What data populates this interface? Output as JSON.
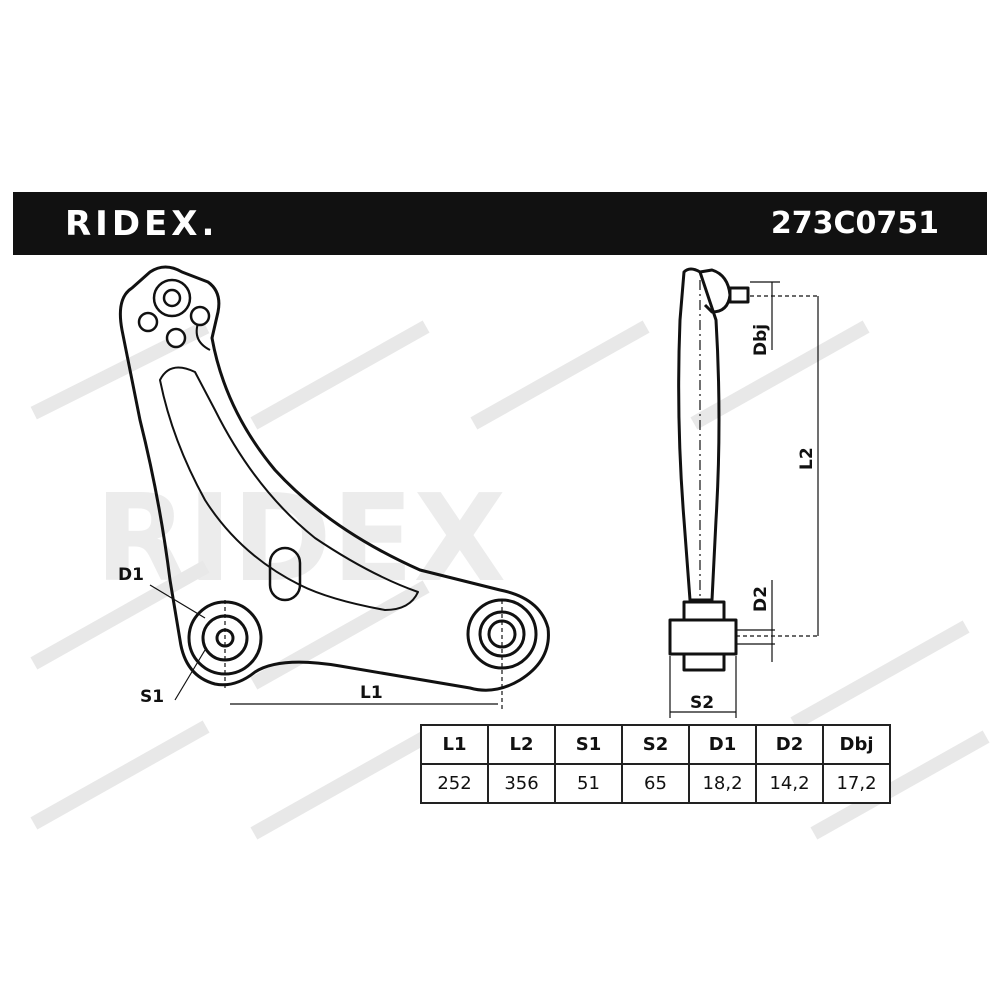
{
  "header": {
    "brand": "RIDEX.",
    "part_number": "273C0751"
  },
  "watermark": {
    "text": "RIDEX"
  },
  "labels": {
    "d1": "D1",
    "s1": "S1",
    "l1": "L1",
    "dbj": "Dbj",
    "l2": "L2",
    "d2": "D2",
    "s2": "S2"
  },
  "spec_table": {
    "headers": [
      "L1",
      "L2",
      "S1",
      "S2",
      "D1",
      "D2",
      "Dbj"
    ],
    "values": [
      "252",
      "356",
      "51",
      "65",
      "18,2",
      "14,2",
      "17,2"
    ]
  },
  "colors": {
    "header_bg": "#111111",
    "line": "#111111",
    "watermark": "#e6e6e6"
  }
}
